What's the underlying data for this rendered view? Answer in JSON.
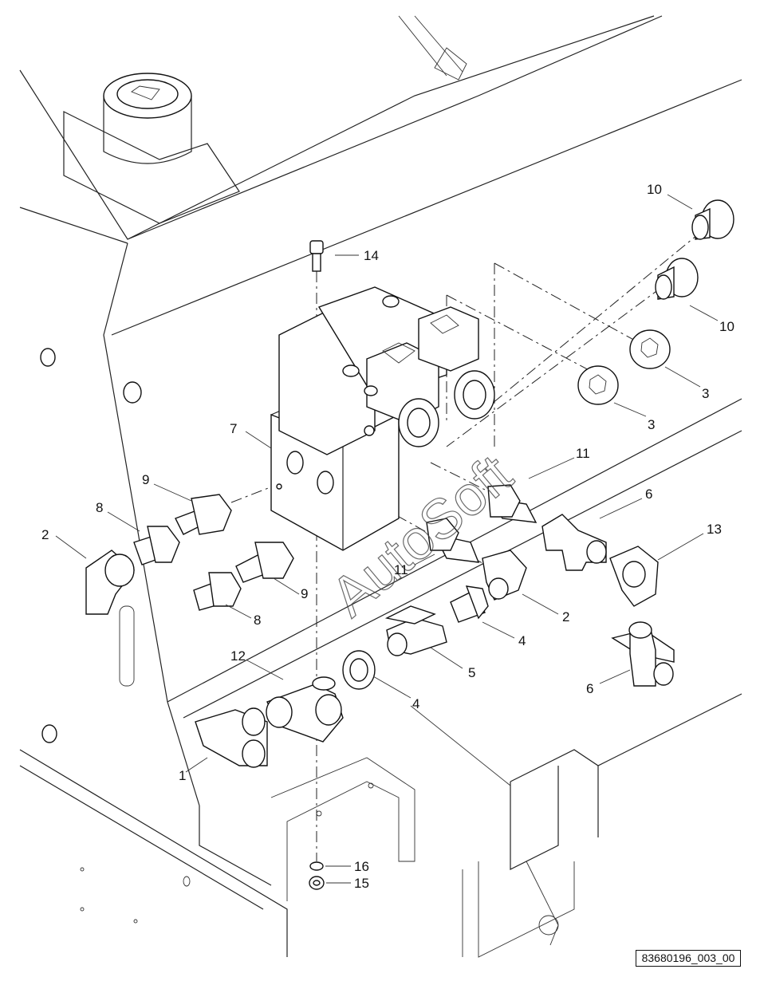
{
  "diagram": {
    "watermark": "AutoSoft",
    "drawing_code": "83680196_003_00",
    "callouts": [
      {
        "id": "c10a",
        "text": "10"
      },
      {
        "id": "c14",
        "text": "14"
      },
      {
        "id": "c10b",
        "text": "10"
      },
      {
        "id": "c3a",
        "text": "3"
      },
      {
        "id": "c3b",
        "text": "3"
      },
      {
        "id": "c7",
        "text": "7"
      },
      {
        "id": "c9a",
        "text": "9"
      },
      {
        "id": "c11a",
        "text": "11"
      },
      {
        "id": "c8a",
        "text": "8"
      },
      {
        "id": "c6a",
        "text": "6"
      },
      {
        "id": "c2a",
        "text": "2"
      },
      {
        "id": "c13",
        "text": "13"
      },
      {
        "id": "c11b",
        "text": "11"
      },
      {
        "id": "c9b",
        "text": "9"
      },
      {
        "id": "c8b",
        "text": "8"
      },
      {
        "id": "c2b",
        "text": "2"
      },
      {
        "id": "c4a",
        "text": "4"
      },
      {
        "id": "c12",
        "text": "12"
      },
      {
        "id": "c5",
        "text": "5"
      },
      {
        "id": "c6b",
        "text": "6"
      },
      {
        "id": "c4b",
        "text": "4"
      },
      {
        "id": "c1",
        "text": "1"
      },
      {
        "id": "c16",
        "text": "16"
      },
      {
        "id": "c15",
        "text": "15"
      }
    ]
  }
}
